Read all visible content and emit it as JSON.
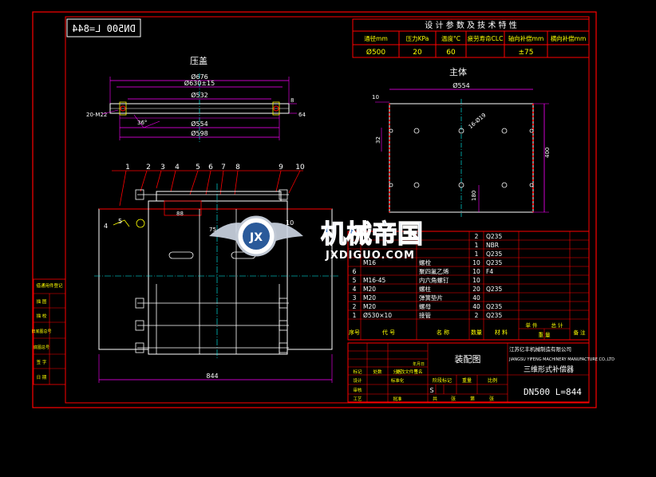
{
  "colors": {
    "background": "#000000",
    "frame": "#ff0000",
    "line": "#ffffff",
    "center": "#00ffff",
    "dim": "#ff00ff",
    "accent": "#ffff00",
    "text_green": "#00ff00",
    "text_yellow": "#ffff00",
    "watermark_blue": "#1e90ff"
  },
  "stamp": "DN500 L=844",
  "spec_table": {
    "title": "设 计 参 数 及 技 术 特 性",
    "headers": [
      "通径mm",
      "压力KPa",
      "温度°C",
      "疲劳寿命CLC",
      "轴向补偿mm",
      "横向补偿mm"
    ],
    "values": [
      "Ø500",
      "20",
      "60",
      "",
      "±75",
      ""
    ]
  },
  "views": {
    "gland": {
      "title": "压盖",
      "dims": [
        "Ø676",
        "Ø630±15",
        "Ø532",
        "Ø554",
        "Ø598"
      ],
      "side_labels": [
        "20-M22",
        "64",
        "8",
        "36°"
      ]
    },
    "body": {
      "title": "主体",
      "dims": [
        "Ø554",
        "10",
        "32",
        "16-Ø19",
        "400",
        "180"
      ]
    },
    "assembly": {
      "balloons": [
        "1",
        "2",
        "3",
        "4",
        "5",
        "6",
        "7",
        "8",
        "9",
        "10"
      ],
      "labels": [
        "4",
        "5",
        "88",
        "75",
        "10"
      ],
      "overall_length": "844"
    }
  },
  "watermark": {
    "logo_letters": "JX",
    "title": "机械帝国",
    "url": "JXDIGUO.COM"
  },
  "parts_list": {
    "rows": [
      {
        "no": "",
        "code": "",
        "name": "",
        "qty": "2",
        "material": "Q235"
      },
      {
        "no": "",
        "code": "",
        "name": "",
        "qty": "1",
        "material": "NBR"
      },
      {
        "no": "",
        "code": "",
        "name": "",
        "qty": "1",
        "material": "Q235"
      },
      {
        "no": "",
        "code": "M16",
        "name": "螺栓",
        "qty": "10",
        "material": "Q235"
      },
      {
        "no": "6",
        "code": "",
        "name": "聚四氟乙烯",
        "qty": "10",
        "material": "F4"
      },
      {
        "no": "5",
        "code": "M16-45",
        "name": "内六角螺钉",
        "qty": "10",
        "material": ""
      },
      {
        "no": "4",
        "code": "M20",
        "name": "螺柱",
        "qty": "20",
        "material": "Q235"
      },
      {
        "no": "3",
        "code": "M20",
        "name": "弹簧垫片",
        "qty": "40",
        "material": ""
      },
      {
        "no": "2",
        "code": "M20",
        "name": "螺母",
        "qty": "40",
        "material": "Q235"
      },
      {
        "no": "1",
        "code": "Ø530×10",
        "name": "接管",
        "qty": "2",
        "material": "Q235"
      }
    ],
    "header": [
      "序号",
      "代  号",
      "名  称",
      "数量",
      "材  料",
      "单 件",
      "总 计",
      "备 注"
    ],
    "header_extra": "重 量"
  },
  "title_block": {
    "drawing_name": "装配图",
    "company_cn": "江苏亿丰机械制造有限公司",
    "company_en": "JIANGSU YIFENG MACHINERY MANUFACTURE CO.,LTD",
    "product_name": "三维形式补偿器",
    "product_code": "DN500 L=844",
    "scale_mark": "S",
    "labels": [
      "阶段标记",
      "重量",
      "比例",
      "共",
      "张",
      "第",
      "张"
    ],
    "sign_labels": [
      "标记",
      "处数",
      "分区",
      "更改文件号",
      "签名",
      "年月日",
      "设计",
      "标准化",
      "审核",
      "工艺",
      "批准"
    ]
  },
  "left_strip": {
    "labels": [
      "借通用件登记",
      "描 图",
      "描 校",
      "旧底图总号",
      "底图总号",
      "签 字",
      "日 期"
    ]
  }
}
